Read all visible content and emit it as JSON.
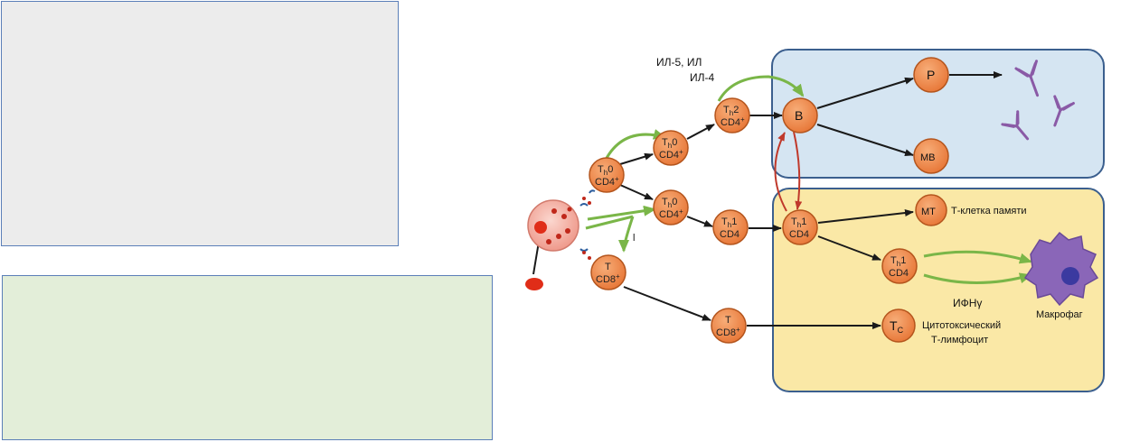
{
  "labels": {
    "il_line1": "ИЛ-5, ИЛ",
    "il_line2": "ИЛ-4",
    "p": "P",
    "b": "B",
    "mb": "MB",
    "mt": "MT",
    "memory_cell": "Т-клетка памяти",
    "ifng": "ИФНγ",
    "macrophage": "Макрофаг",
    "tc_main": "T",
    "tc_sub": "C",
    "cytotoxic_line1": "Цитотоксический",
    "cytotoxic_line2": "Т-лимфоцит",
    "stray_l": "l"
  },
  "cells": {
    "th0_top": {
      "main": "T",
      "sub": "h",
      "num": "0",
      "line2": "CD4",
      "sup": "+"
    },
    "th0_mid_upper": {
      "main": "T",
      "sub": "h",
      "num": "0",
      "line2": "CD4",
      "sup": "+"
    },
    "th0_mid_lower": {
      "main": "T",
      "sub": "h",
      "num": "0",
      "line2": "CD4",
      "sup": "+"
    },
    "th2": {
      "main": "T",
      "sub": "h",
      "num": "2",
      "line2": "CD4",
      "sup": "+"
    },
    "th1_left": {
      "main": "T",
      "sub": "h",
      "num": "1",
      "line2": "CD4"
    },
    "th1_center": {
      "main": "T",
      "sub": "h",
      "num": "1",
      "line2": "CD4"
    },
    "th1_lower": {
      "main": "T",
      "sub": "h",
      "num": "1",
      "line2": "CD4"
    },
    "t_cd8_left": {
      "main": "T",
      "line2": "CD8",
      "sup": "+"
    },
    "t_cd8_right": {
      "main": "T",
      "line2": "CD8",
      "sup": "+"
    }
  },
  "colors": {
    "cell_orange": "#f28a4a",
    "cell_stroke": "#b4551d",
    "blue_region": "#d5e5f2",
    "yellow_region": "#fae8a6",
    "region_border": "#3b5f8e",
    "green_arrow": "#7ab648",
    "red_arrow": "#c0392b",
    "black_arrow": "#1a1a1a",
    "antibody": "#8a5aa6",
    "macrophage_body": "#8a66b8",
    "macrophage_nucleus": "#3b3aa0"
  }
}
